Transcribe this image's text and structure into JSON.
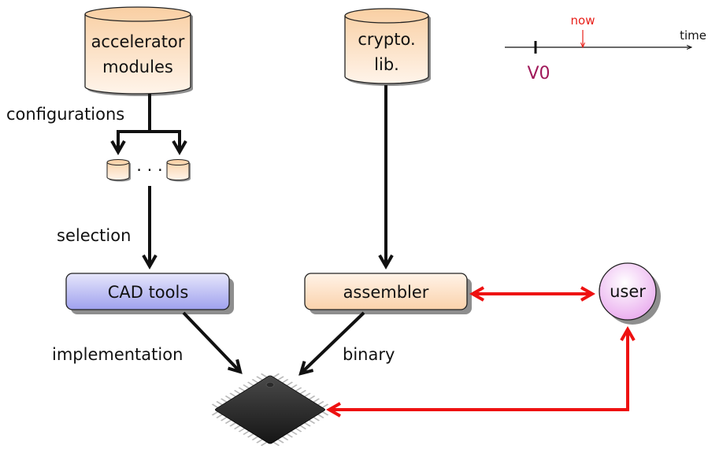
{
  "databases": {
    "accelerator": [
      "accelerator",
      "modules"
    ],
    "crypto": [
      "crypto.",
      "lib."
    ]
  },
  "labels": {
    "configurations": "configurations",
    "ellipsis": "· · ·",
    "selection": "selection",
    "implementation": "implementation",
    "binary": "binary"
  },
  "boxes": {
    "cad": "CAD tools",
    "assembler": "assembler",
    "user": "user"
  },
  "timeline": {
    "now": "now",
    "time": "time",
    "version": "V0"
  },
  "colors": {
    "db_fill": "#fde2c6",
    "cad_fill": "#b7b8f2",
    "assembler_fill": "#fde0c6",
    "user_fill": "#f0c6f3",
    "red": "#ee1111",
    "v0": "#a0195a"
  }
}
